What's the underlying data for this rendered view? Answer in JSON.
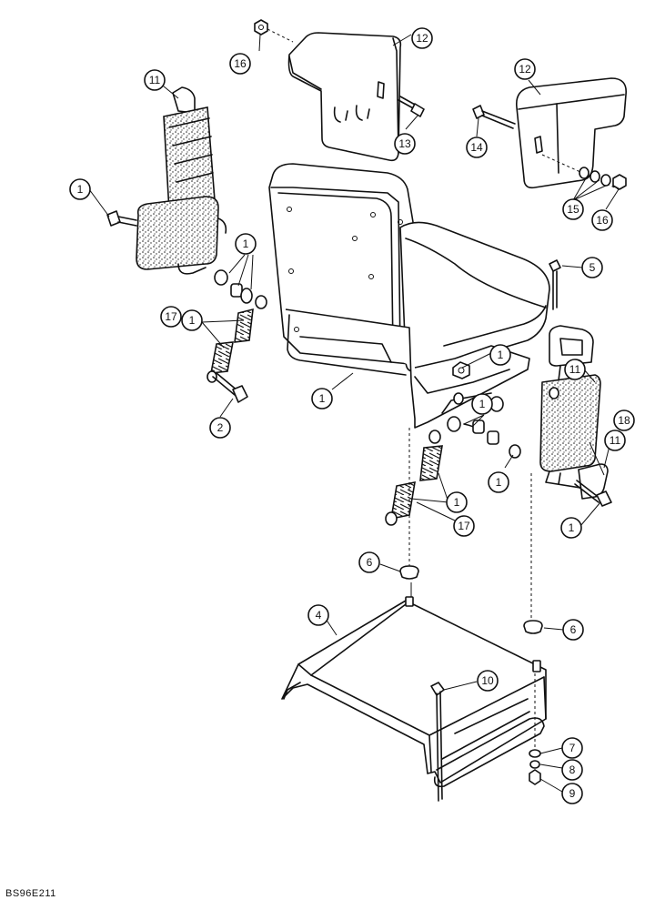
{
  "figure_code": "BS96E211",
  "callouts": {
    "c1a": "1",
    "c1b": "1",
    "c1c": "1",
    "c1d": "1",
    "c1e": "1",
    "c1f": "1",
    "c1g": "1",
    "c1h": "1",
    "c1i": "1",
    "c1j": "1",
    "c2": "2",
    "c4": "4",
    "c5": "5",
    "c6a": "6",
    "c6b": "6",
    "c7": "7",
    "c8": "8",
    "c9": "9",
    "c10": "10",
    "c11a": "11",
    "c11b": "11",
    "c11c": "11",
    "c12a": "12",
    "c12b": "12",
    "c13": "13",
    "c14": "14",
    "c15": "15",
    "c16a": "16",
    "c16b": "16",
    "c17a": "17",
    "c17b": "17",
    "c18": "18"
  }
}
